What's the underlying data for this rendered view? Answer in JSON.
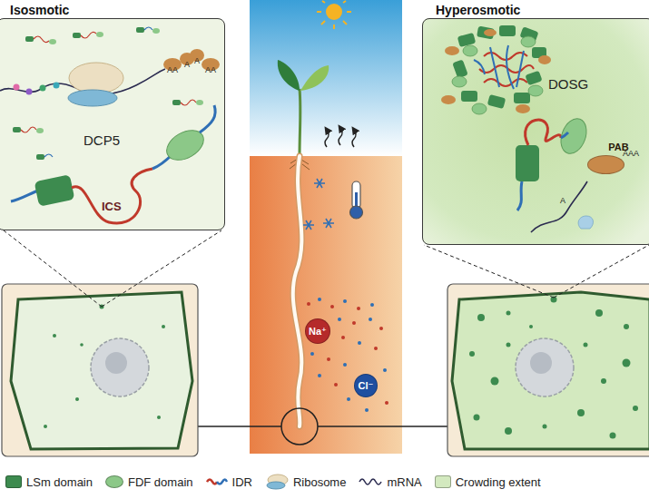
{
  "diagram": {
    "nodes": [
      {
        "text": [
          "Isosmotic"
        ]
      },
      {
        "text": [
          "Hyperosmotic"
        ]
      },
      {
        "text": [
          "PAB"
        ],
        "in": 1
      },
      {
        "text": [
          "Na⁺"
        ]
      },
      {
        "text": [
          "Cl⁻"
        ]
      }
    ],
    "labels": [
      "AA",
      "A",
      "A",
      "AA",
      "DCP5",
      "ICS",
      "DOSG",
      "AAA",
      "A"
    ],
    "legend": [
      {
        "text": "LSm domain",
        "color": "#3d8b4f"
      },
      {
        "text": "FDF domain",
        "color": "#8cc888"
      },
      {
        "text": "IDR"
      },
      {
        "text": "Ribosome"
      },
      {
        "text": "mRNA"
      },
      {
        "text": "Crowding extent",
        "color": "#d3e9bf"
      }
    ]
  }
}
